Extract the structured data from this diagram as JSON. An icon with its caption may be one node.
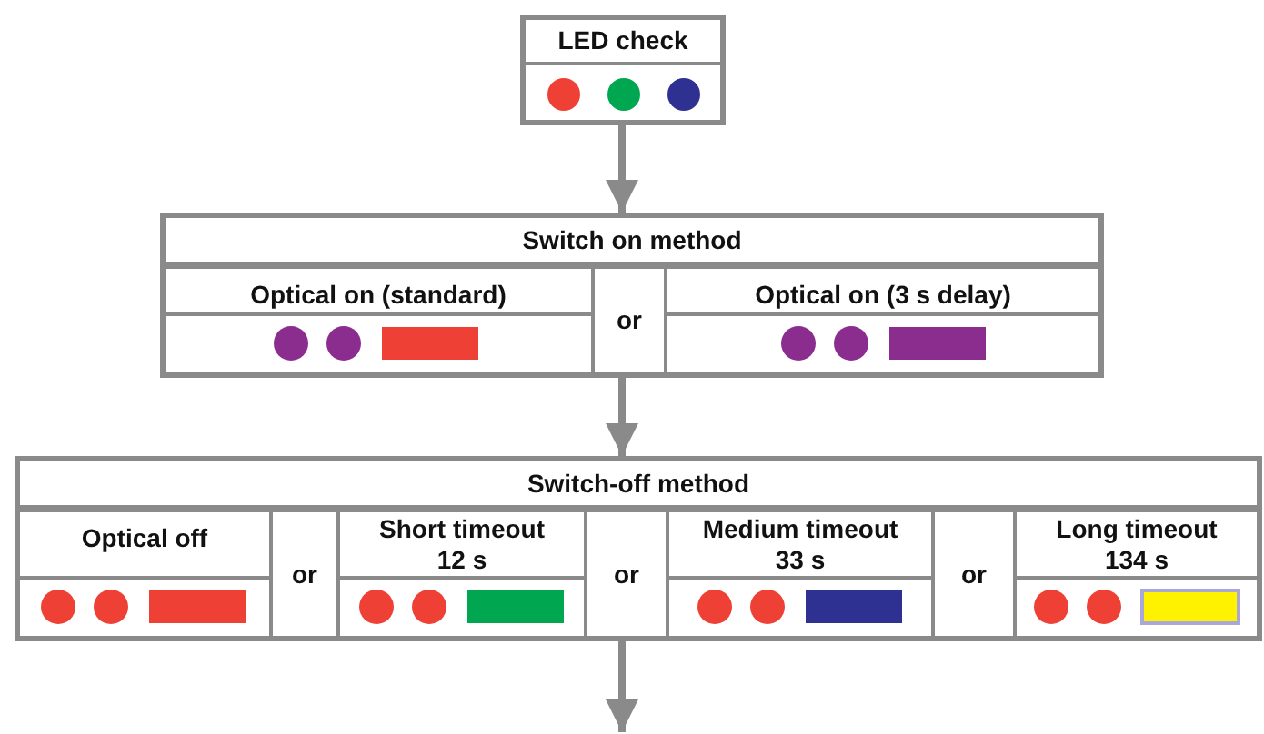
{
  "diagram": {
    "nodes": [
      {
        "text": [
          "LED check"
        ]
      },
      {
        "text": [
          "Switch on method"
        ]
      },
      {
        "text": [
          "Optical on (standard)"
        ],
        "in": 1
      },
      {
        "text": [
          "or"
        ],
        "in": 1
      },
      {
        "text": [
          "Optical on (3 s delay)"
        ],
        "in": 1
      },
      {
        "text": [
          "Switch-off method"
        ]
      },
      {
        "text": [
          "Optical off"
        ],
        "in": 5
      },
      {
        "text": [
          "or"
        ],
        "in": 5
      },
      {
        "text": [
          "Short timeout",
          "12 s"
        ],
        "in": 5
      },
      {
        "text": [
          "or"
        ],
        "in": 5
      },
      {
        "text": [
          "Medium timeout",
          "33 s"
        ],
        "in": 5
      },
      {
        "text": [
          "or"
        ],
        "in": 5
      },
      {
        "text": [
          "Long timeout",
          "134 s"
        ],
        "in": 5
      }
    ],
    "edges": [
      {
        "from": 0,
        "to": 1,
        "arrow": "to"
      },
      {
        "from": 1,
        "to": 5,
        "arrow": "to"
      },
      {
        "from": 5,
        "to": null,
        "arrow": "to"
      }
    ]
  }
}
